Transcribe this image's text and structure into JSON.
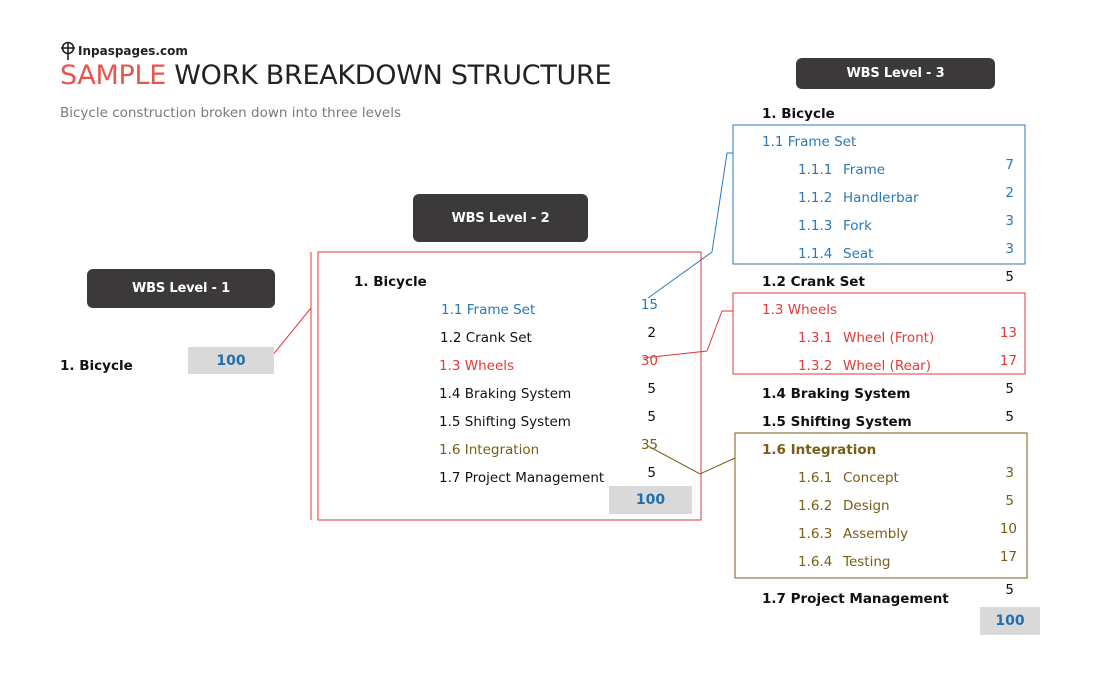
{
  "brand": {
    "name": "Inpaspages.com",
    "icon": "pin-icon"
  },
  "title": {
    "highlight": "SAMPLE",
    "rest": " WORK BREAKDOWN STRUCTURE"
  },
  "subtitle": "Bicycle construction broken down into three levels",
  "colors": {
    "blue": "#2b78b8",
    "red": "#e23a3a",
    "olive": "#7a5d15",
    "pill": "#3b3939",
    "total_bg": "#d9d9d9",
    "title_accent": "#e8554e"
  },
  "level1": {
    "label": "WBS Level - 1",
    "item": "1. Bicycle",
    "total": "100"
  },
  "level2": {
    "label": "WBS Level  - 2",
    "root": "1. Bicycle",
    "items": [
      {
        "label": "1.1 Frame Set",
        "value": "15"
      },
      {
        "label": "1.2 Crank Set",
        "value": "2"
      },
      {
        "label": "1.3 Wheels",
        "value": "30"
      },
      {
        "label": "1.4 Braking System",
        "value": "5"
      },
      {
        "label": "1.5 Shifting System",
        "value": "5"
      },
      {
        "label": "1.6 Integration",
        "value": "35"
      },
      {
        "label": "1.7 Project Management",
        "value": "5"
      }
    ],
    "total": "100"
  },
  "level3": {
    "label": "WBS Level  - 3",
    "root": "1. Bicycle",
    "frame_set": {
      "label": "1.1 Frame Set",
      "children": [
        {
          "code": "1.1.1",
          "name": "Frame",
          "value": "7"
        },
        {
          "code": "1.1.2",
          "name": "Handlerbar",
          "value": "2"
        },
        {
          "code": "1.1.3",
          "name": "Fork",
          "value": "3"
        },
        {
          "code": "1.1.4",
          "name": "Seat",
          "value": "3"
        }
      ]
    },
    "crank_set": {
      "label": "1.2 Crank Set",
      "value": "5"
    },
    "wheels": {
      "label": "1.3 Wheels",
      "children": [
        {
          "code": "1.3.1",
          "name": "Wheel (Front)",
          "value": "13"
        },
        {
          "code": "1.3.2",
          "name": "Wheel (Rear)",
          "value": "17"
        }
      ]
    },
    "braking": {
      "label": "1.4 Braking System",
      "value": "5"
    },
    "shifting": {
      "label": "1.5 Shifting System",
      "value": "5"
    },
    "integration": {
      "label": "1.6 Integration",
      "children": [
        {
          "code": "1.6.1",
          "name": "Concept",
          "value": "3"
        },
        {
          "code": "1.6.2",
          "name": "Design",
          "value": "5"
        },
        {
          "code": "1.6.3",
          "name": "Assembly",
          "value": "10"
        },
        {
          "code": "1.6.4",
          "name": "Testing",
          "value": "17"
        }
      ]
    },
    "project_mgmt": {
      "label": "1.7 Project Management",
      "value": "5"
    },
    "total": "100"
  }
}
